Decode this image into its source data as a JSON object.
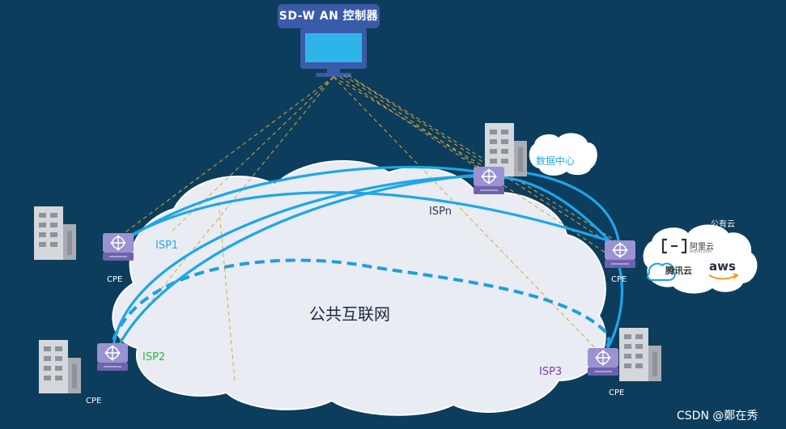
{
  "controller": {
    "title": "SD-W AN 控制器"
  },
  "internet": {
    "label": "公共互联网"
  },
  "links": {
    "isp1": "ISP1",
    "isp2": "ISP2",
    "isp3": "ISP3",
    "ispn": "ISPn"
  },
  "sites": {
    "cpe_label": "CPE",
    "data_center": "数据中心",
    "public_cloud": "公有云"
  },
  "cloud_providers": {
    "aliyun": "阿里云",
    "aliyun_sub": "aliyun.com",
    "tencent": "腾讯云",
    "aws": "aws"
  },
  "watermark": "CSDN @鄭在秀",
  "colors": {
    "background": "#0d3d5c",
    "link_blue": "#29a9e6",
    "control_dashed": "#d8a63a",
    "controller_badge": "#3a5ba8",
    "cpe_purple": "#8a7fc4"
  }
}
